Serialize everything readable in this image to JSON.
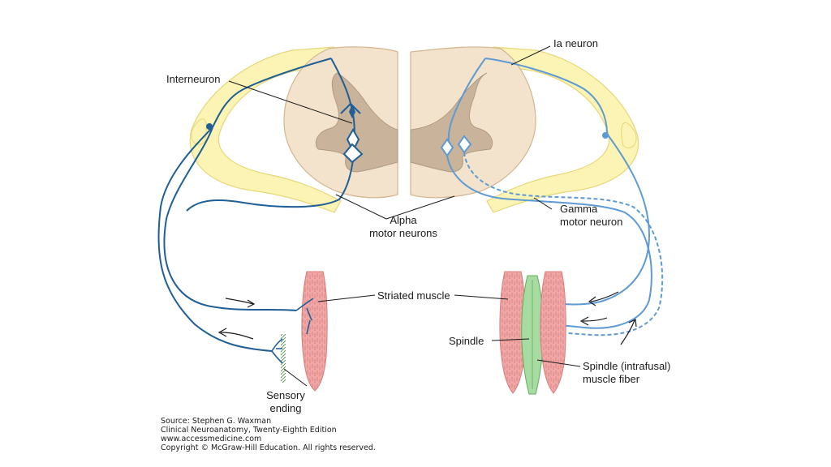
{
  "labels": {
    "interneuron": "Interneuron",
    "ia_neuron": "Ia neuron",
    "alpha_line1": "Alpha",
    "alpha_line2": "motor neurons",
    "gamma_line1": "Gamma",
    "gamma_line2": "motor neuron",
    "striated_muscle": "Striated muscle",
    "spindle": "Spindle",
    "spindle_fiber_line1": "Spindle (intrafusal)",
    "spindle_fiber_line2": "muscle fiber",
    "sensory_line1": "Sensory",
    "sensory_line2": "ending"
  },
  "source": {
    "line1": "Source: Stephen G. Waxman",
    "line2": "Clinical Neuroanatomy, Twenty-Eighth Edition",
    "line3": "www.accessmedicine.com",
    "line4": "Copyright © McGraw-Hill Education. All rights reserved."
  },
  "colors": {
    "root_yellow": "#fbf4b4",
    "root_outline": "#e6d77a",
    "white_matter": "#f3e3cc",
    "gray_matter": "#c9b39b",
    "dark_neuron": "#1f5f95",
    "light_neuron": "#5e9ad3",
    "muscle_red": "#f2a7a7",
    "spindle_green": "#a8dba2"
  }
}
